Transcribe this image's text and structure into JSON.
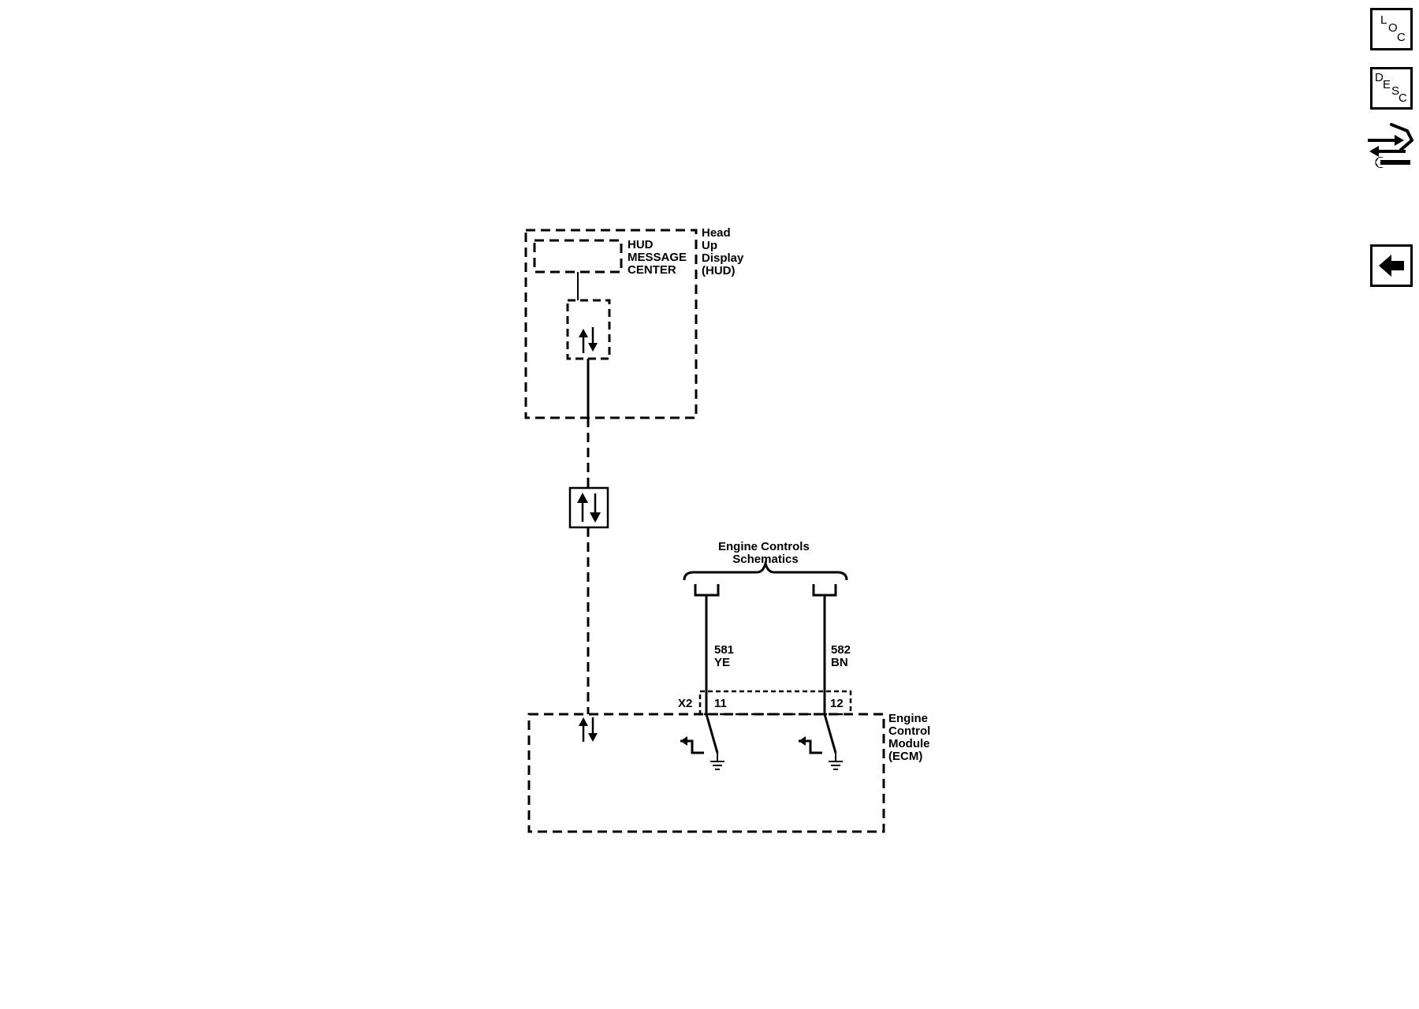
{
  "components": {
    "hud": {
      "name_lines": [
        "Head",
        "Up",
        "Display",
        "(HUD)"
      ]
    },
    "hud_message_center": {
      "name_lines": [
        "HUD",
        "MESSAGE",
        "CENTER"
      ]
    },
    "ecm": {
      "name_lines": [
        "Engine",
        "Control",
        "Module",
        "(ECM)"
      ]
    }
  },
  "reference": {
    "lines": [
      "Engine Controls",
      "Schematics"
    ]
  },
  "connector": {
    "name": "X2"
  },
  "wires": [
    {
      "circuit": "581",
      "color": "YE",
      "pin": "11"
    },
    {
      "circuit": "582",
      "color": "BN",
      "pin": "12"
    }
  ],
  "nav": {
    "loc": {
      "letters": [
        "L",
        "O",
        "C"
      ]
    },
    "desc": {
      "letters": [
        "D",
        "E",
        "S",
        "C"
      ]
    },
    "icons": [
      "loc-icon",
      "desc-icon",
      "connector-wrench-icon",
      "back-arrow-icon"
    ]
  }
}
